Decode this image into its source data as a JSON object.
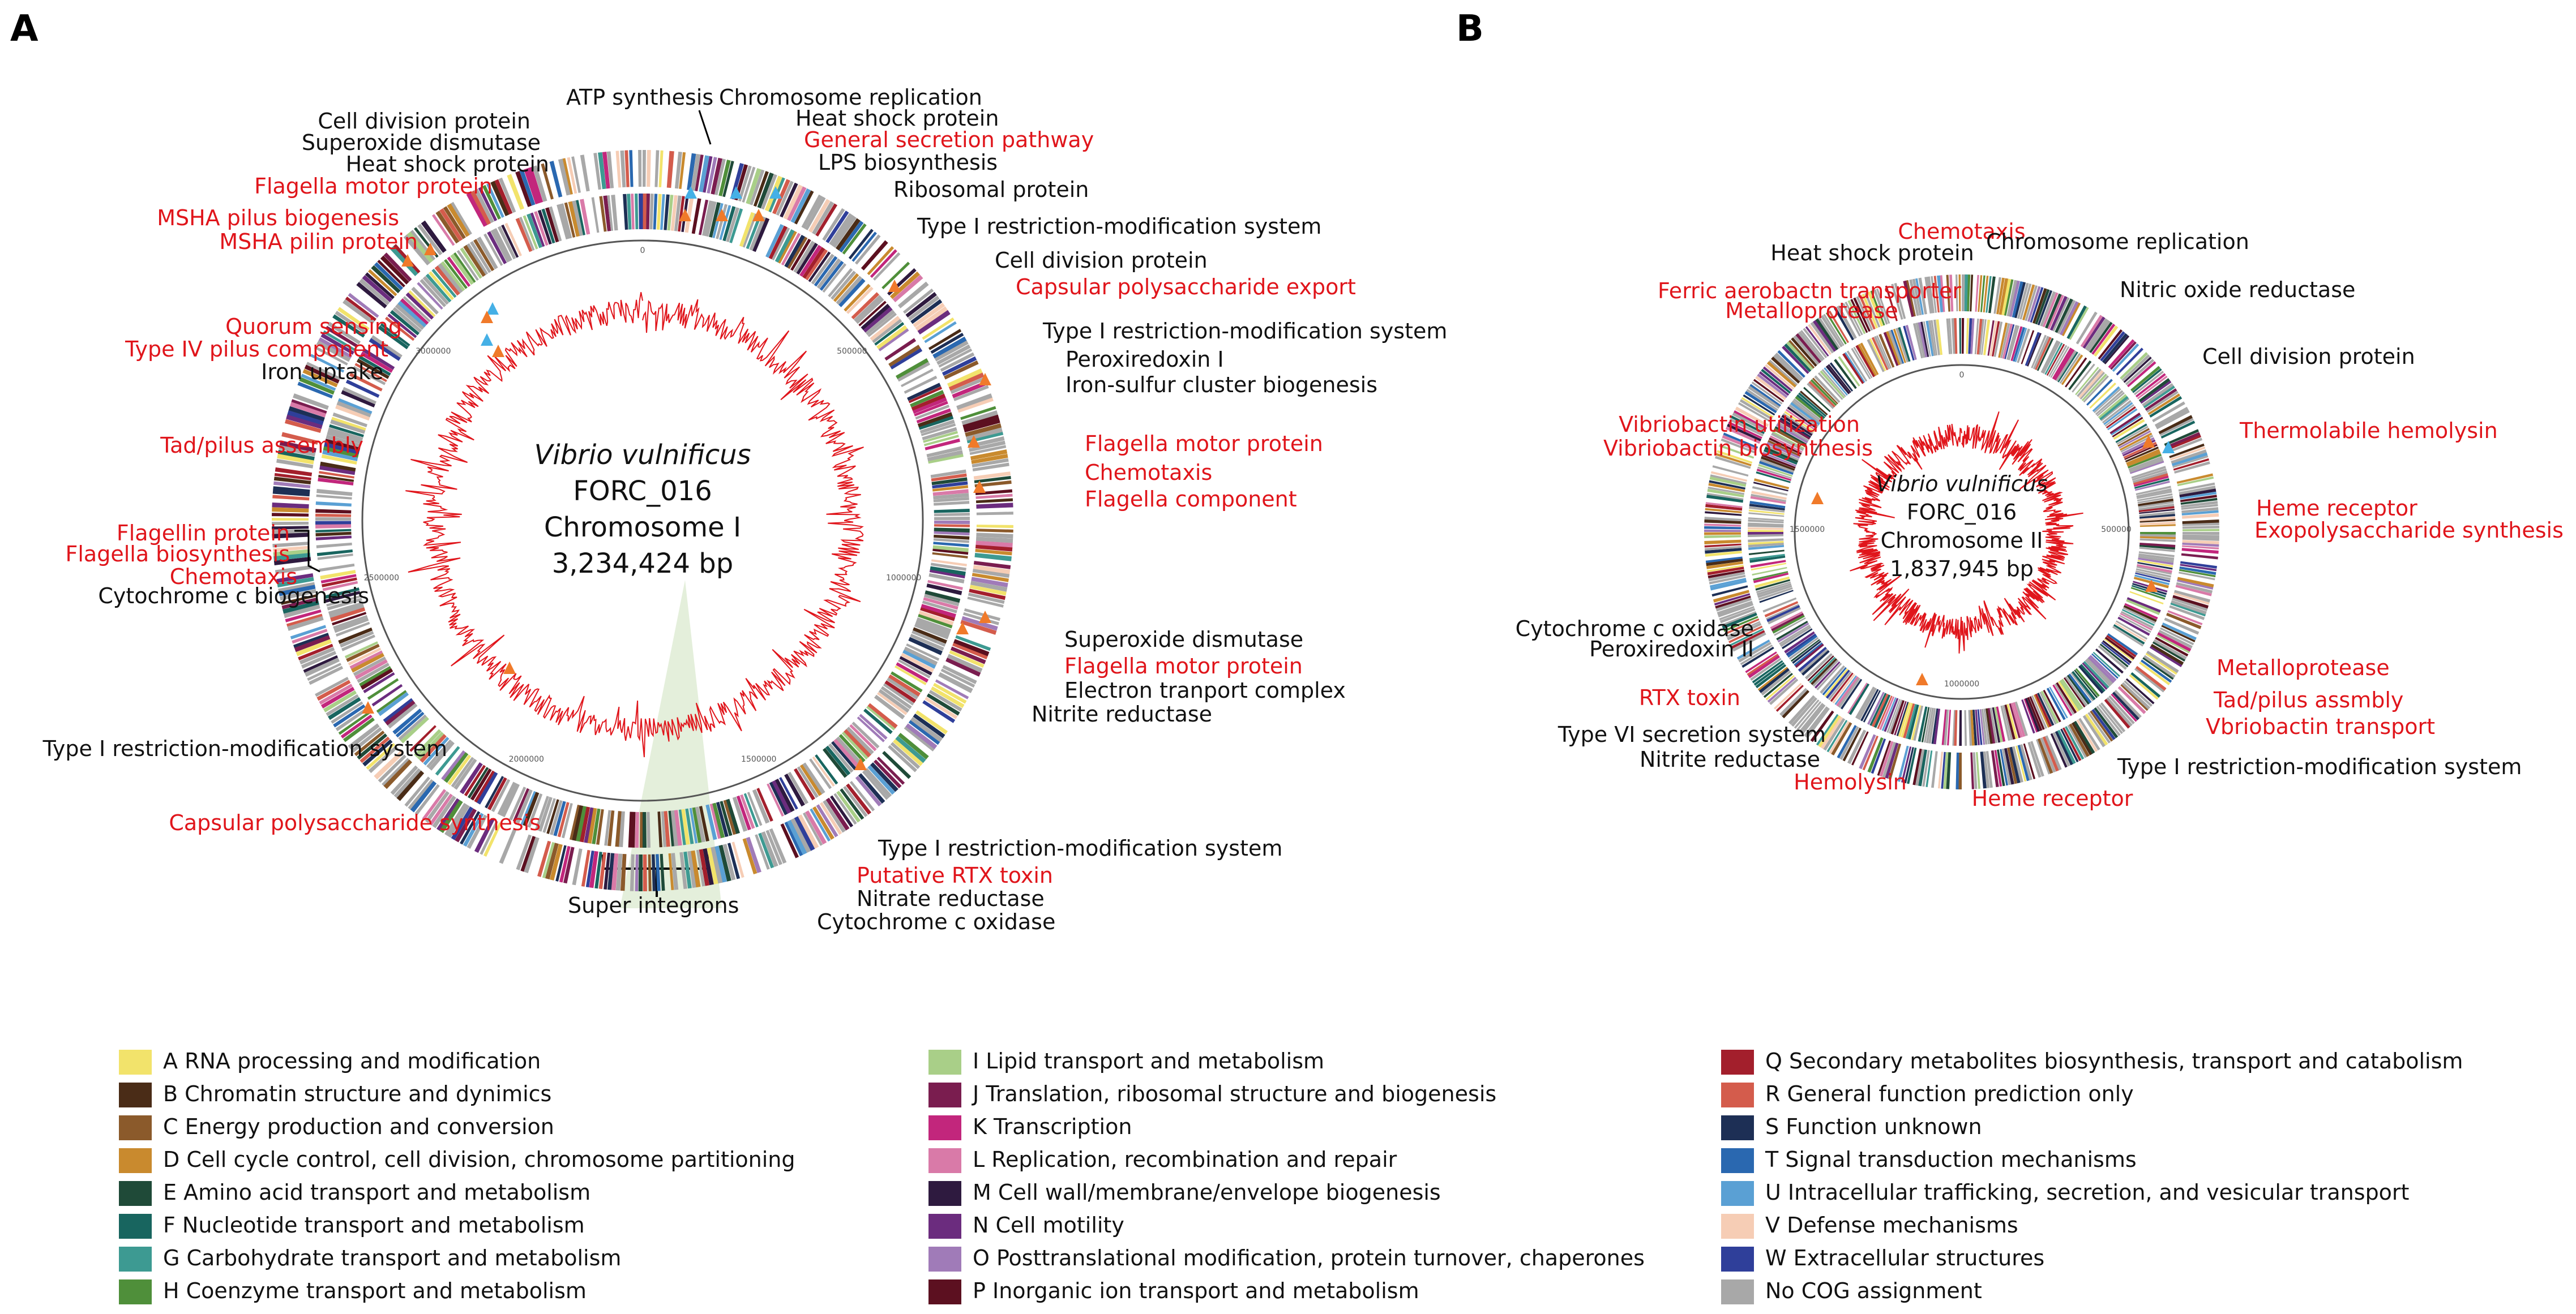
{
  "panels": [
    {
      "letter": "A",
      "center_lines": [
        "Vibrio vulnificus",
        "FORC_016",
        "Chromosome I",
        "3,234,424 bp"
      ],
      "scale_ticks": [
        "0",
        "500000",
        "1000000",
        "1500000",
        "2000000",
        "2500000",
        "3000000"
      ],
      "labels": [
        {
          "text": "ATP synthesis",
          "color": "black"
        },
        {
          "text": "Chromosome replication",
          "color": "black"
        },
        {
          "text": "Heat shock protein",
          "color": "black"
        },
        {
          "text": "General secretion pathway",
          "color": "red"
        },
        {
          "text": "LPS biosynthesis",
          "color": "black"
        },
        {
          "text": "Ribosomal protein",
          "color": "black"
        },
        {
          "text": "Type I restriction-modification system",
          "color": "black"
        },
        {
          "text": "Cell division protein",
          "color": "black"
        },
        {
          "text": "Capsular polysaccharide export",
          "color": "red"
        },
        {
          "text": "Type I restriction-modification system",
          "color": "black"
        },
        {
          "text": "Peroxiredoxin I",
          "color": "black"
        },
        {
          "text": "Iron-sulfur cluster biogenesis",
          "color": "black"
        },
        {
          "text": "Flagella motor protein",
          "color": "red"
        },
        {
          "text": "Chemotaxis",
          "color": "red"
        },
        {
          "text": "Flagella component",
          "color": "red"
        },
        {
          "text": "Superoxide dismutase",
          "color": "black"
        },
        {
          "text": "Flagella motor protein",
          "color": "red"
        },
        {
          "text": "Electron tranport complex",
          "color": "black"
        },
        {
          "text": "Nitrite reductase",
          "color": "black"
        },
        {
          "text": "Type I restriction-modification system",
          "color": "black"
        },
        {
          "text": "Putative RTX toxin",
          "color": "red"
        },
        {
          "text": "Nitrate reductase",
          "color": "black"
        },
        {
          "text": "Cytochrome c oxidase",
          "color": "black"
        },
        {
          "text": "Super integrons",
          "color": "black"
        },
        {
          "text": "Capsular polysaccharide synthesis",
          "color": "red"
        },
        {
          "text": "Type I restriction-modification system",
          "color": "black"
        },
        {
          "text": "Flagellin protein",
          "color": "red"
        },
        {
          "text": "Flagella biosynthesis",
          "color": "red"
        },
        {
          "text": "Chemotaxis",
          "color": "red"
        },
        {
          "text": "Cytochrome c biogenesis",
          "color": "black"
        },
        {
          "text": "Tad/pilus assembly",
          "color": "red"
        },
        {
          "text": "Quorum sensing",
          "color": "red"
        },
        {
          "text": "Type IV pilus component",
          "color": "red"
        },
        {
          "text": "Iron uptake",
          "color": "black"
        },
        {
          "text": "MSHA pilus biogenesis",
          "color": "red"
        },
        {
          "text": "MSHA pilin protein",
          "color": "red"
        },
        {
          "text": "Flagella motor protein",
          "color": "red"
        },
        {
          "text": "Heat shock protein",
          "color": "black"
        },
        {
          "text": "Superoxide dismutase",
          "color": "black"
        },
        {
          "text": "Cell division protein",
          "color": "black"
        }
      ]
    },
    {
      "letter": "B",
      "center_lines": [
        "Vibrio vulnificus",
        "FORC_016",
        "Chromosome II",
        "1,837,945 bp"
      ],
      "scale_ticks": [
        "0",
        "500000",
        "1000000",
        "1500000"
      ],
      "labels": [
        {
          "text": "Chemotaxis",
          "color": "red"
        },
        {
          "text": "Heat shock protein",
          "color": "black"
        },
        {
          "text": "Chromosome replication",
          "color": "black"
        },
        {
          "text": "Ferric aerobactn transporter",
          "color": "red"
        },
        {
          "text": "Metalloprotease",
          "color": "red"
        },
        {
          "text": "Nitric oxide reductase",
          "color": "black"
        },
        {
          "text": "Cell division protein",
          "color": "black"
        },
        {
          "text": "Vibriobactin utilization",
          "color": "red"
        },
        {
          "text": "Vibriobactin biosynthesis",
          "color": "red"
        },
        {
          "text": "Thermolabile hemolysin",
          "color": "red"
        },
        {
          "text": "Heme receptor",
          "color": "red"
        },
        {
          "text": "Exopolysaccharide synthesis",
          "color": "red"
        },
        {
          "text": "Cytochrome c oxidase",
          "color": "black"
        },
        {
          "text": "Peroxiredoxin II",
          "color": "black"
        },
        {
          "text": "RTX toxin",
          "color": "red"
        },
        {
          "text": "Metalloprotease",
          "color": "red"
        },
        {
          "text": "Tad/pilus assmbly",
          "color": "red"
        },
        {
          "text": "Vbriobactin transport",
          "color": "red"
        },
        {
          "text": "Type VI secretion system",
          "color": "black"
        },
        {
          "text": "Nitrite reductase",
          "color": "black"
        },
        {
          "text": "Type I restriction-modification system",
          "color": "black"
        },
        {
          "text": "Hemolysin",
          "color": "red"
        },
        {
          "text": "Heme receptor",
          "color": "red"
        }
      ]
    }
  ],
  "legend": [
    {
      "text": "A RNA processing and modification",
      "color": "#f2e36b"
    },
    {
      "text": "B Chromatin structure and dynimics",
      "color": "#4a2c17"
    },
    {
      "text": "C Energy production and conversion",
      "color": "#8b5a2b"
    },
    {
      "text": "D Cell cycle control, cell division, chromosome partitioning",
      "color": "#c98a2e"
    },
    {
      "text": "E Amino acid transport and metabolism",
      "color": "#1f4a38"
    },
    {
      "text": "F Nucleotide transport and metabolism",
      "color": "#18655f"
    },
    {
      "text": "G Carbohydrate transport and metabolism",
      "color": "#3d9a92"
    },
    {
      "text": "H Coenzyme transport and metabolism",
      "color": "#4f8f3a"
    },
    {
      "text": "I Lipid transport and metabolism",
      "color": "#a9cf88"
    },
    {
      "text": "J Translation, ribosomal structure and biogenesis",
      "color": "#7a1d4f"
    },
    {
      "text": "K Transcription",
      "color": "#c2267c"
    },
    {
      "text": "L Replication, recombination and repair",
      "color": "#d97aa8"
    },
    {
      "text": "M Cell wall/membrane/envelope biogenesis",
      "color": "#2e1a3f"
    },
    {
      "text": "N Cell motility",
      "color": "#6b2c7e"
    },
    {
      "text": "O Posttranslational modification, protein turnover, chaperones",
      "color": "#a07bb8"
    },
    {
      "text": "P Inorganic ion transport and metabolism",
      "color": "#5c1020"
    },
    {
      "text": "Q Secondary metabolites biosynthesis, transport and catabolism",
      "color": "#a31f2c"
    },
    {
      "text": "R General function prediction only",
      "color": "#d45c4c"
    },
    {
      "text": "S Function unknown",
      "color": "#1d2f55"
    },
    {
      "text": "T Signal transduction mechanisms",
      "color": "#2a68b0"
    },
    {
      "text": "U Intracellular trafficking, secretion, and vesicular transport",
      "color": "#5aa0d4"
    },
    {
      "text": "V Defense mechanisms",
      "color": "#f6cdb5"
    },
    {
      "text": "W Extracellular structures",
      "color": "#2f3f9a"
    },
    {
      "text": "No COG assignment",
      "color": "#a8a8a8"
    }
  ]
}
